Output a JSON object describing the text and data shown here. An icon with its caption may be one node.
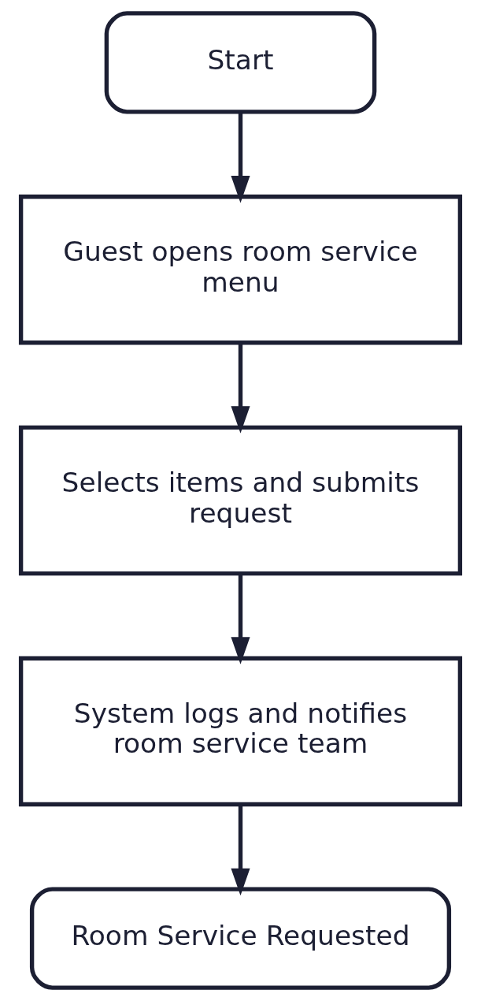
{
  "diagram": {
    "nodes": [
      {
        "text": [
          "Start"
        ]
      },
      {
        "text": [
          "Guest opens room service menu"
        ]
      },
      {
        "text": [
          "Selects items and submits request"
        ]
      },
      {
        "text": [
          "System logs and notifies room service team"
        ]
      },
      {
        "text": [
          "Room Service Requested"
        ]
      }
    ],
    "edges": [
      {
        "from": 0,
        "to": 1,
        "arrow": "to"
      },
      {
        "from": 1,
        "to": 2,
        "arrow": "to"
      },
      {
        "from": 2,
        "to": 3,
        "arrow": "to"
      },
      {
        "from": 3,
        "to": 4,
        "arrow": "to"
      }
    ]
  }
}
